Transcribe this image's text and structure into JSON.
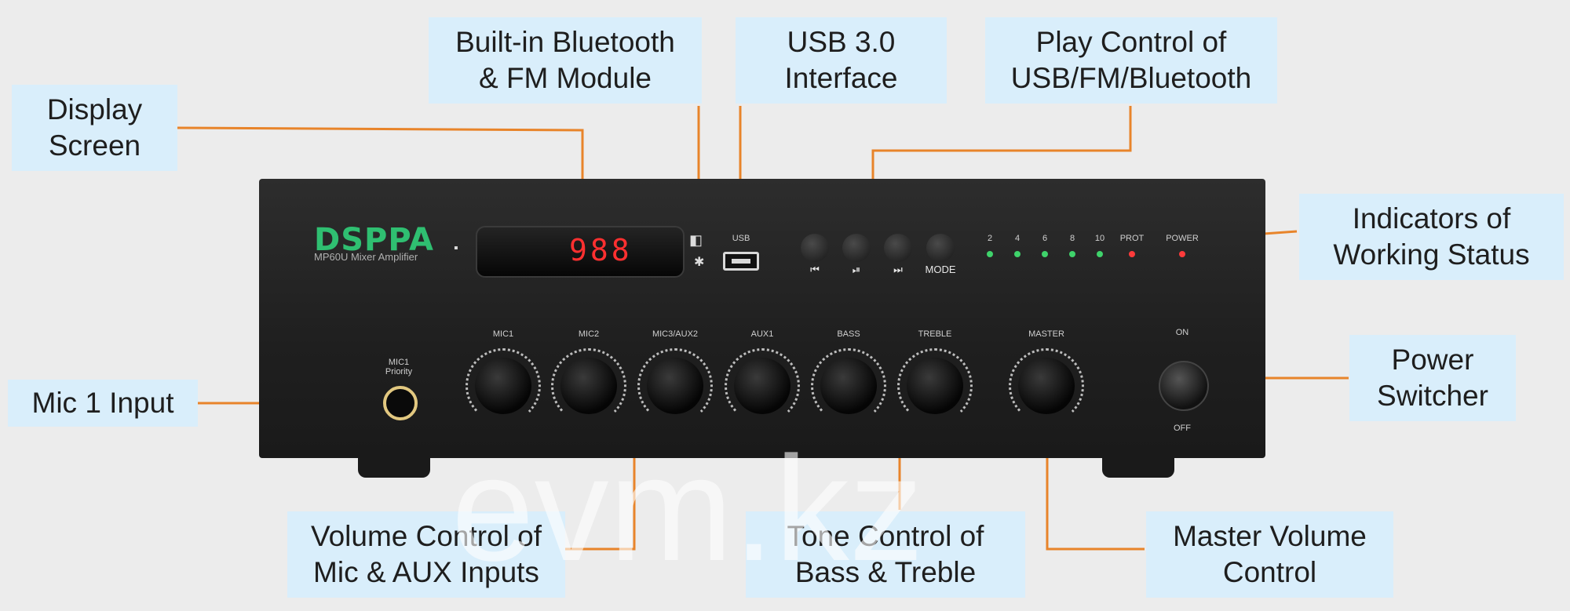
{
  "callouts": {
    "display_screen": "Display\nScreen",
    "bluetooth_fm": "Built-in Bluetooth\n& FM Module",
    "usb_interface": "USB 3.0\nInterface",
    "play_control": "Play Control of\nUSB/FM/Bluetooth",
    "indicators": "Indicators of\nWorking Status",
    "power_switcher": "Power\nSwitcher",
    "mic1_input": "Mic 1 Input",
    "volume_control": "Volume Control of\nMic & AUX Inputs",
    "tone_control": "Tone Control of\nBass & Treble",
    "master_volume": "Master Volume\nControl"
  },
  "device": {
    "brand": "DSPPA",
    "model": "MP60U Mixer Amplifier",
    "display_value": "988",
    "usb_label": "USB",
    "play_buttons": [
      "⏮",
      "⏯",
      "⏭",
      "MODE"
    ],
    "indicator_labels": [
      "2",
      "4",
      "6",
      "8",
      "10",
      "PROT",
      "POWER"
    ],
    "mic1_label": "MIC1\nPriority",
    "knob_labels": [
      "MIC1",
      "MIC2",
      "MIC3/AUX2",
      "AUX1",
      "BASS",
      "TREBLE",
      "MASTER"
    ],
    "power_on": "ON",
    "power_off": "OFF"
  },
  "colors": {
    "leader": "#e8842a",
    "callout_bg": "#d9eefb",
    "led_green": "#3fd36b",
    "led_red": "#ff3b3b"
  },
  "watermark": "evm.kz"
}
